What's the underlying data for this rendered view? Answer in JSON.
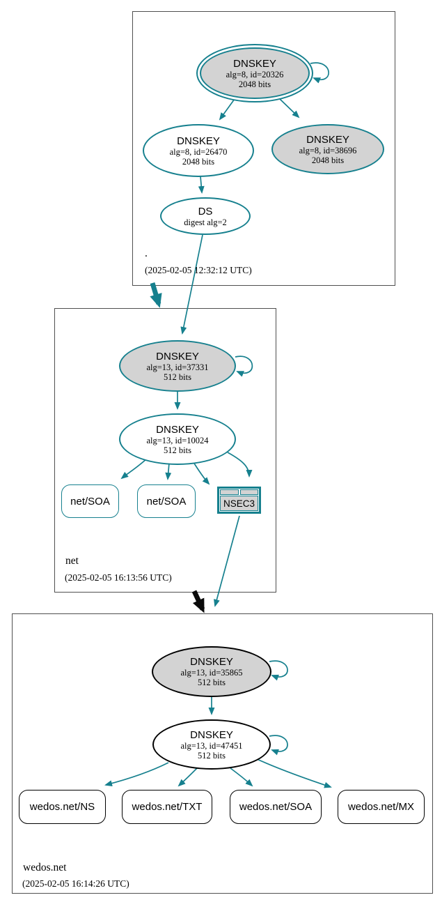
{
  "colors": {
    "teal": "#16808E",
    "gray": "#D3D3D3",
    "black_edge": "#0A0A0A",
    "box_border": "#4F4F4F"
  },
  "root_zone": {
    "label": ".",
    "timestamp": "(2025-02-05 12:32:12 UTC)",
    "ksk": {
      "title": "DNSKEY",
      "detail1": "alg=8, id=20326",
      "detail2": "2048 bits"
    },
    "zsk": {
      "title": "DNSKEY",
      "detail1": "alg=8, id=26470",
      "detail2": "2048 bits"
    },
    "extra_key": {
      "title": "DNSKEY",
      "detail1": "alg=8, id=38696",
      "detail2": "2048 bits"
    },
    "ds": {
      "title": "DS",
      "detail1": "digest alg=2"
    }
  },
  "net_zone": {
    "label": "net",
    "timestamp": "(2025-02-05 16:13:56 UTC)",
    "ksk": {
      "title": "DNSKEY",
      "detail1": "alg=13, id=37331",
      "detail2": "512 bits"
    },
    "zsk": {
      "title": "DNSKEY",
      "detail1": "alg=13, id=10024",
      "detail2": "512 bits"
    },
    "soa1": {
      "label": "net/SOA"
    },
    "soa2": {
      "label": "net/SOA"
    },
    "nsec3": {
      "label": "NSEC3"
    }
  },
  "wedos_zone": {
    "label": "wedos.net",
    "timestamp": "(2025-02-05 16:14:26 UTC)",
    "ksk": {
      "title": "DNSKEY",
      "detail1": "alg=13, id=35865",
      "detail2": "512 bits"
    },
    "zsk": {
      "title": "DNSKEY",
      "detail1": "alg=13, id=47451",
      "detail2": "512 bits"
    },
    "records": [
      {
        "label": "wedos.net/NS"
      },
      {
        "label": "wedos.net/TXT"
      },
      {
        "label": "wedos.net/SOA"
      },
      {
        "label": "wedos.net/MX"
      }
    ]
  }
}
